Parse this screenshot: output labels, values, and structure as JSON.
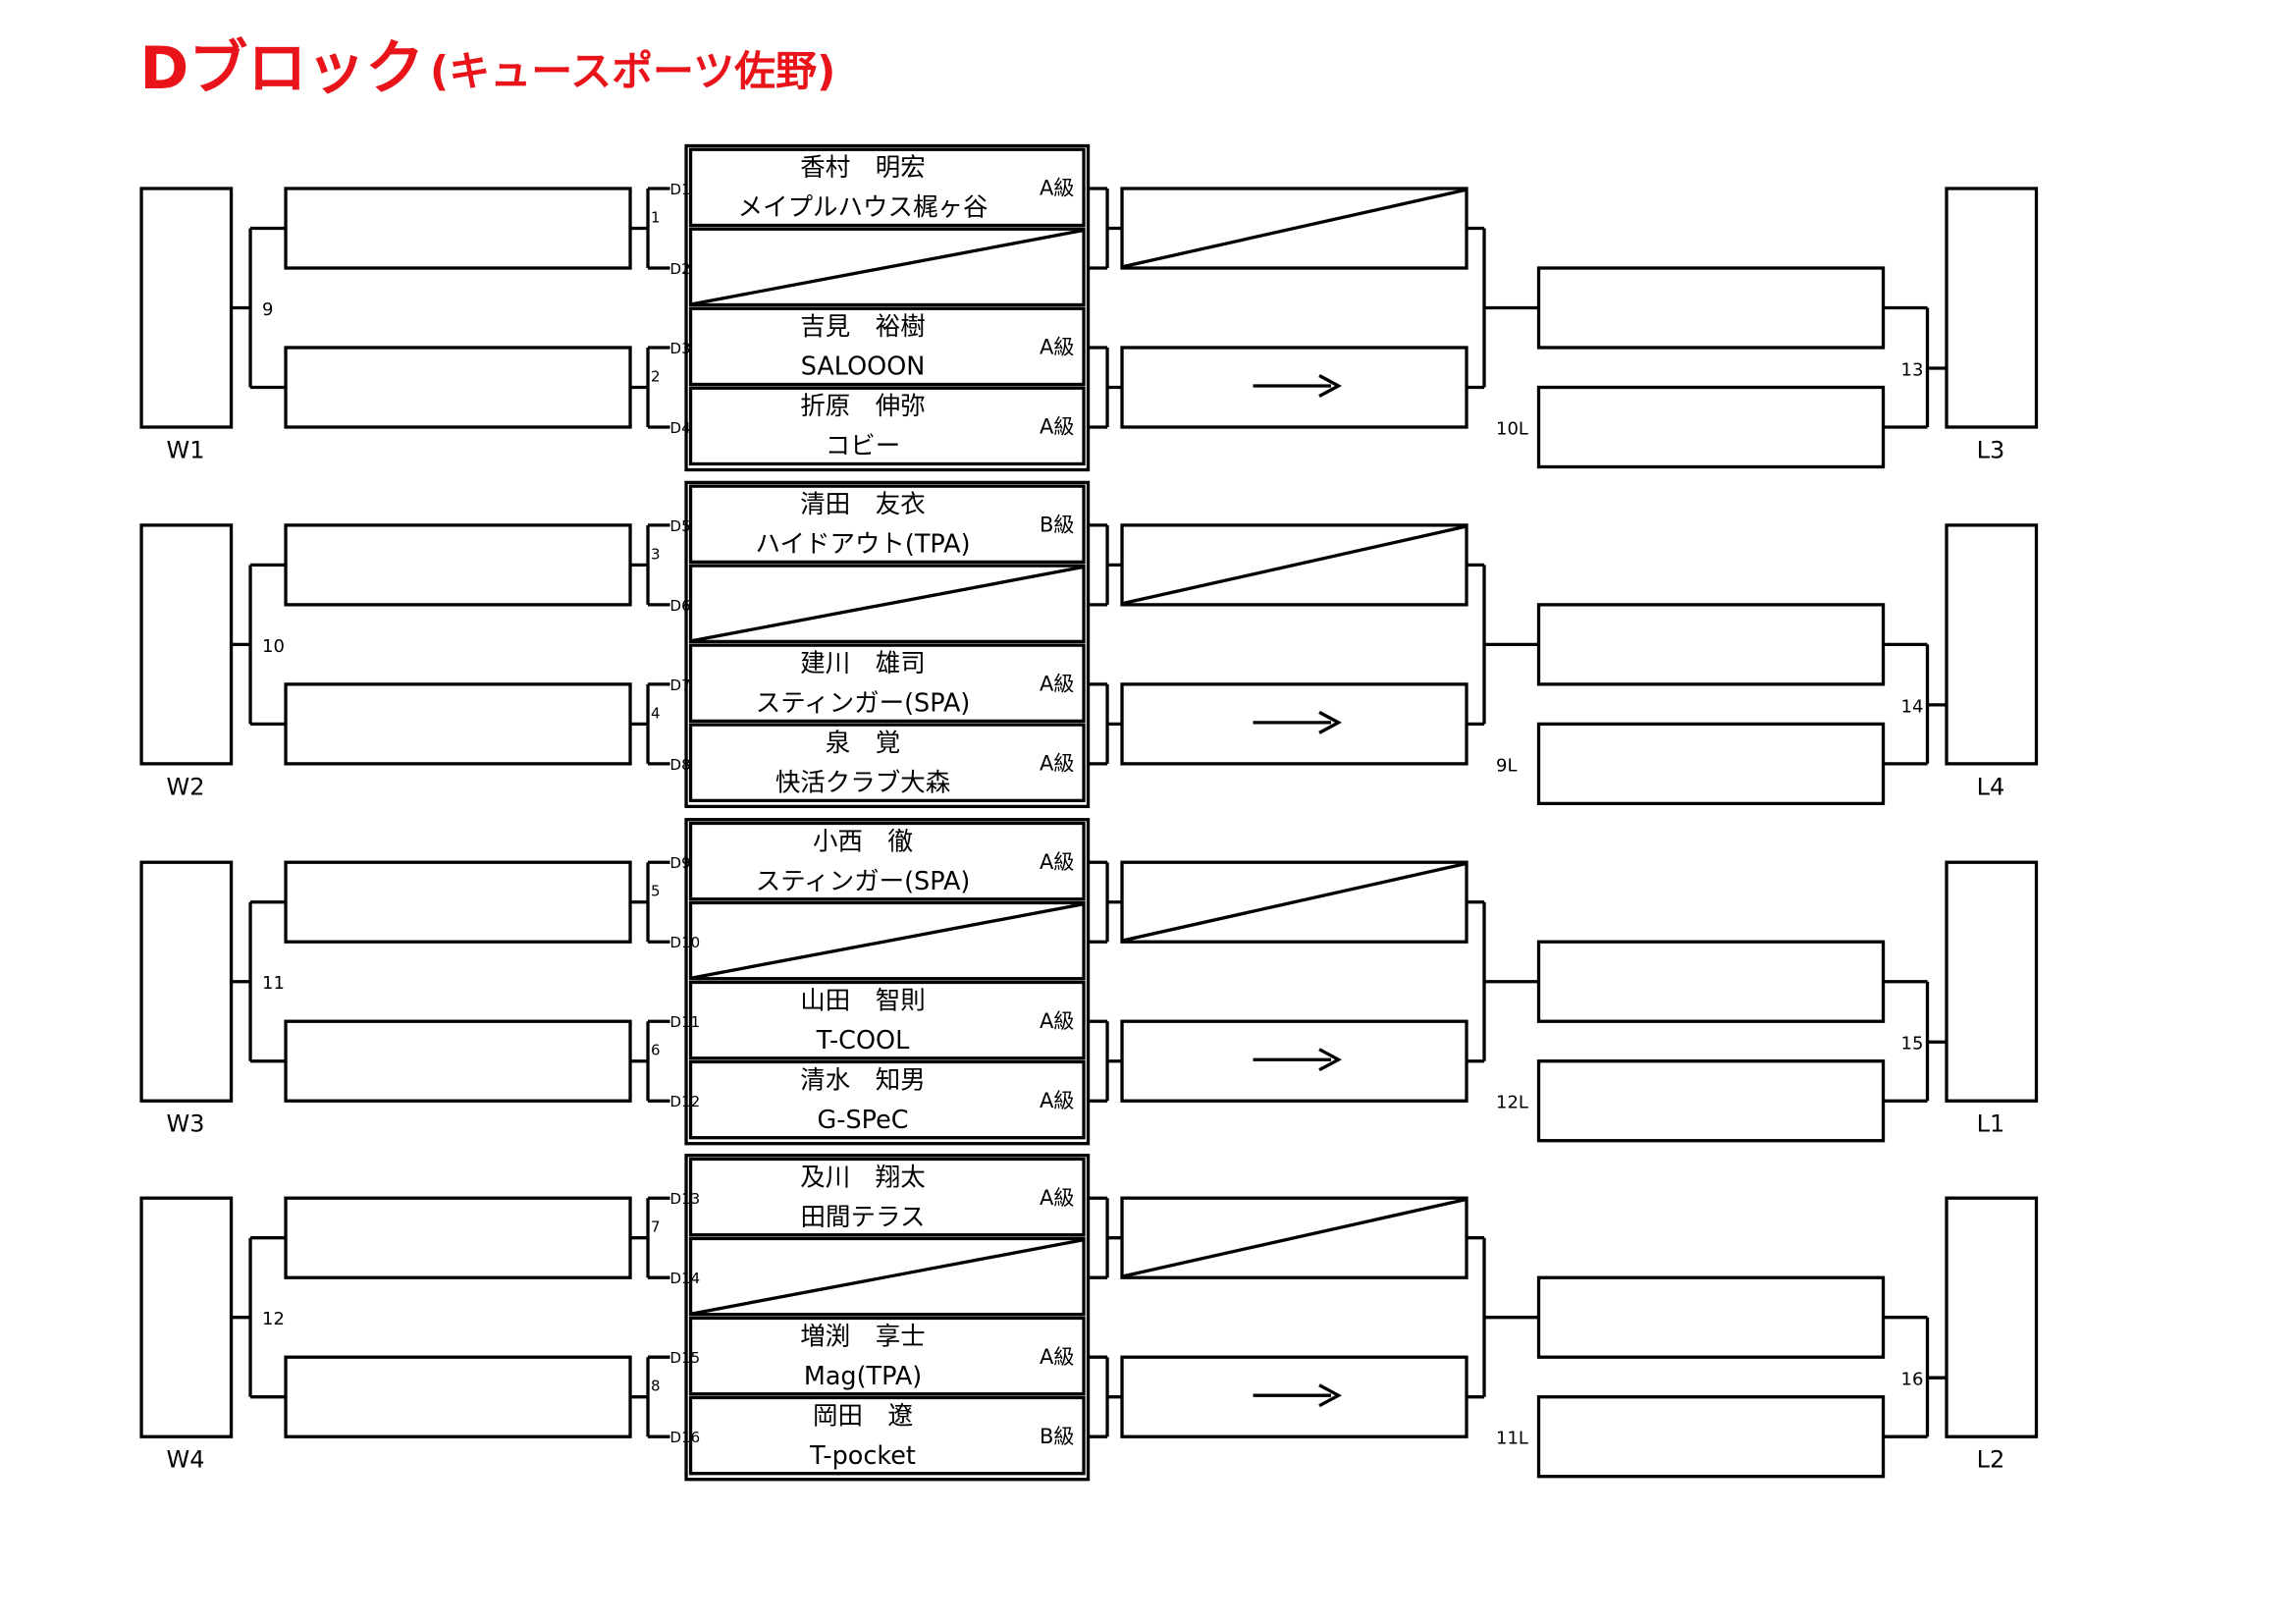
{
  "title": {
    "main": "Dブロック",
    "sub": "(キュースポーツ佐野)",
    "color": "#e8141a"
  },
  "groups": [
    {
      "winner_label": "W1",
      "winner_match": "9",
      "r1_matches": [
        "1",
        "2"
      ],
      "loser_from": "10L",
      "loser_match": "13",
      "loser_label": "L3",
      "slots": [
        {
          "code": "D1",
          "name": "香村　明宏",
          "team": "メイプルハウス梶ヶ谷",
          "grade": "A級"
        },
        {
          "code": "D2",
          "bye": true
        },
        {
          "code": "D3",
          "name": "吉見　裕樹",
          "team": "SALOOON",
          "grade": "A級"
        },
        {
          "code": "D4",
          "name": "折原　伸弥",
          "team": "コビー",
          "grade": "A級"
        }
      ]
    },
    {
      "winner_label": "W2",
      "winner_match": "10",
      "r1_matches": [
        "3",
        "4"
      ],
      "loser_from": "9L",
      "loser_match": "14",
      "loser_label": "L4",
      "slots": [
        {
          "code": "D5",
          "name": "清田　友衣",
          "team": "ハイドアウト(TPA)",
          "grade": "B級"
        },
        {
          "code": "D6",
          "bye": true
        },
        {
          "code": "D7",
          "name": "建川　雄司",
          "team": "スティンガー(SPA)",
          "grade": "A級"
        },
        {
          "code": "D8",
          "name": "泉　覚",
          "team": "快活クラブ大森",
          "grade": "A級"
        }
      ]
    },
    {
      "winner_label": "W3",
      "winner_match": "11",
      "r1_matches": [
        "5",
        "6"
      ],
      "loser_from": "12L",
      "loser_match": "15",
      "loser_label": "L1",
      "slots": [
        {
          "code": "D9",
          "name": "小西　徹",
          "team": "スティンガー(SPA)",
          "grade": "A級"
        },
        {
          "code": "D10",
          "bye": true
        },
        {
          "code": "D11",
          "name": "山田　智則",
          "team": "T-COOL",
          "grade": "A級"
        },
        {
          "code": "D12",
          "name": "清水　知男",
          "team": "G-SPeC",
          "grade": "A級"
        }
      ]
    },
    {
      "winner_label": "W4",
      "winner_match": "12",
      "r1_matches": [
        "7",
        "8"
      ],
      "loser_from": "11L",
      "loser_match": "16",
      "loser_label": "L2",
      "slots": [
        {
          "code": "D13",
          "name": "及川　翔太",
          "team": "田間テラス",
          "grade": "A級"
        },
        {
          "code": "D14",
          "bye": true
        },
        {
          "code": "D15",
          "name": "増渕　享士",
          "team": "Mag(TPA)",
          "grade": "A級"
        },
        {
          "code": "D16",
          "name": "岡田　遼",
          "team": "T-pocket",
          "grade": "B級"
        }
      ]
    }
  ]
}
